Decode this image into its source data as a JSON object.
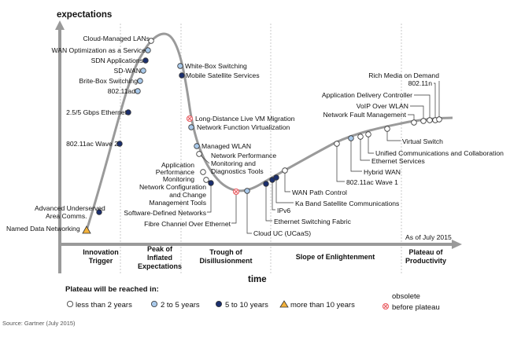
{
  "y_axis_label": "expectations",
  "x_axis_label": "time",
  "as_of": "As of July 2015",
  "source": "Source: Gartner (July 2015)",
  "phases": [
    {
      "id": "trigger",
      "lines": [
        "Innovation",
        "Trigger"
      ]
    },
    {
      "id": "peak",
      "lines": [
        "Peak of",
        "Inflated",
        "Expectations"
      ]
    },
    {
      "id": "trough",
      "lines": [
        "Trough of",
        "Disillusionment"
      ]
    },
    {
      "id": "slope",
      "lines": [
        "Slope of Enlightenment"
      ]
    },
    {
      "id": "plateau",
      "lines": [
        "Plateau of",
        "Productivity"
      ]
    }
  ],
  "legend": {
    "title": "Plateau will be reached in:",
    "items": [
      {
        "key": "lt2",
        "label": "less than 2 years",
        "marker": "circle",
        "color": "#ffffff"
      },
      {
        "key": "2to5",
        "label": "2 to 5 years",
        "marker": "circle",
        "color": "#a9c9ea"
      },
      {
        "key": "5to10",
        "label": "5 to 10 years",
        "marker": "circle",
        "color": "#1b2f6e"
      },
      {
        "key": "gt10",
        "label": "more than 10 years",
        "marker": "triangle",
        "color": "#f4b23b"
      },
      {
        "key": "obsolete",
        "label_lines": [
          "obsolete",
          "before plateau"
        ],
        "marker": "x-circle",
        "color": "#e8545a"
      }
    ]
  },
  "technologies": [
    {
      "name": "Named Data Networking",
      "category": "gt10"
    },
    {
      "name": "Advanced Underserved Area Comms",
      "category": "5to10"
    },
    {
      "name": "802.11ac Wave 2",
      "category": "5to10"
    },
    {
      "name": "2.5/5 Gbps Ethernet",
      "category": "5to10"
    },
    {
      "name": "802.11ad",
      "category": "2to5"
    },
    {
      "name": "Brite-Box Switching",
      "category": "2to5"
    },
    {
      "name": "SD-WAN",
      "category": "2to5"
    },
    {
      "name": "SDN Applications",
      "category": "5to10"
    },
    {
      "name": "WAN Optimization as a Service",
      "category": "2to5"
    },
    {
      "name": "Cloud-Managed LANs",
      "category": "lt2"
    },
    {
      "name": "White-Box Switching",
      "category": "2to5"
    },
    {
      "name": "Mobile Satellite Services",
      "category": "5to10"
    },
    {
      "name": "Long-Distance Live VM Migration",
      "category": "obsolete"
    },
    {
      "name": "Network Function Virtualization",
      "category": "2to5"
    },
    {
      "name": "Managed WLAN",
      "category": "2to5"
    },
    {
      "name": "Network Performance Monitoring and Diagnostics Tools",
      "category": "lt2"
    },
    {
      "name": "Application Performance Monitoring",
      "category": "lt2"
    },
    {
      "name": "Network Configuration and Change Management Tools",
      "category": "lt2"
    },
    {
      "name": "Software-Defined Networks",
      "category": "5to10"
    },
    {
      "name": "Fibre Channel Over Ethernet",
      "category": "obsolete"
    },
    {
      "name": "Cloud UC (UCaaS)",
      "category": "2to5"
    },
    {
      "name": "Ethernet Switching Fabric",
      "category": "5to10"
    },
    {
      "name": "IPv6",
      "category": "5to10"
    },
    {
      "name": "Ka Band Satellite Communications",
      "category": "5to10"
    },
    {
      "name": "WAN Path Control",
      "category": "lt2"
    },
    {
      "name": "802.11ac Wave 1",
      "category": "lt2"
    },
    {
      "name": "Hybrid WAN",
      "category": "2to5"
    },
    {
      "name": "Ethernet Services",
      "category": "lt2"
    },
    {
      "name": "Unified Communications and Collaboration",
      "category": "lt2"
    },
    {
      "name": "Virtual Switch",
      "category": "lt2"
    },
    {
      "name": "Network Fault Management",
      "category": "lt2"
    },
    {
      "name": "VoIP Over WLAN",
      "category": "lt2"
    },
    {
      "name": "Application Delivery Controller",
      "category": "lt2"
    },
    {
      "name": "802.11n",
      "category": "lt2"
    },
    {
      "name": "Rich Media on Demand",
      "category": "lt2"
    }
  ]
}
